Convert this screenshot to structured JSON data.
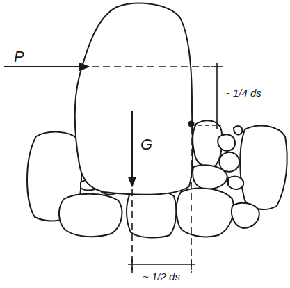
{
  "diagram": {
    "labels": [
      "P",
      "G",
      "~ 1/4 ds",
      "~ 1/2 ds"
    ]
  }
}
